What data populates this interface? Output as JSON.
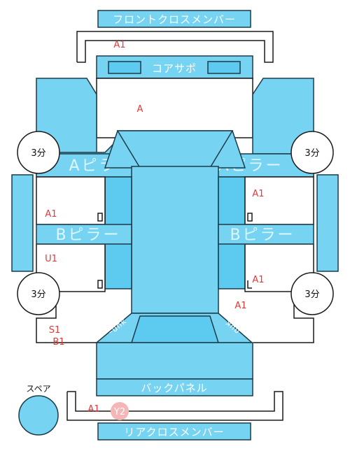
{
  "parts": {
    "front_cross_member": "フロントクロスメンバー",
    "core_support": "コアサポ",
    "a_pillar_left": "Aピラー",
    "a_pillar_right": "Aピラー",
    "b_pillar_left": "Bピラー",
    "b_pillar_right": "Bピラー",
    "back_panel": "バックパネル",
    "rear_cross_member": "リアクロスメンバー",
    "spare": "スペア",
    "trunk_left": "ｰunk",
    "trunk_right": "unk"
  },
  "damage_marks": {
    "front_cross_a1": "A1",
    "core_a": "A",
    "right_front_door_a1": "A1",
    "left_front_door_a1": "A1",
    "left_rear_door_u1": "U1",
    "right_rear_door_a1": "A1",
    "right_rear_fender_a1": "A1",
    "left_rear_s1": "S1",
    "left_rear_b1": "B1",
    "rear_cross_a1": "A1",
    "rear_cross_y2": "Y2"
  },
  "tire_labels": {
    "front_left": "3分",
    "front_right": "3分",
    "rear_left": "3分",
    "rear_right": "3分"
  },
  "colors": {
    "panel": "#76d4f2",
    "mark": "#e03a3a",
    "highlight": "#f4b6b6"
  }
}
